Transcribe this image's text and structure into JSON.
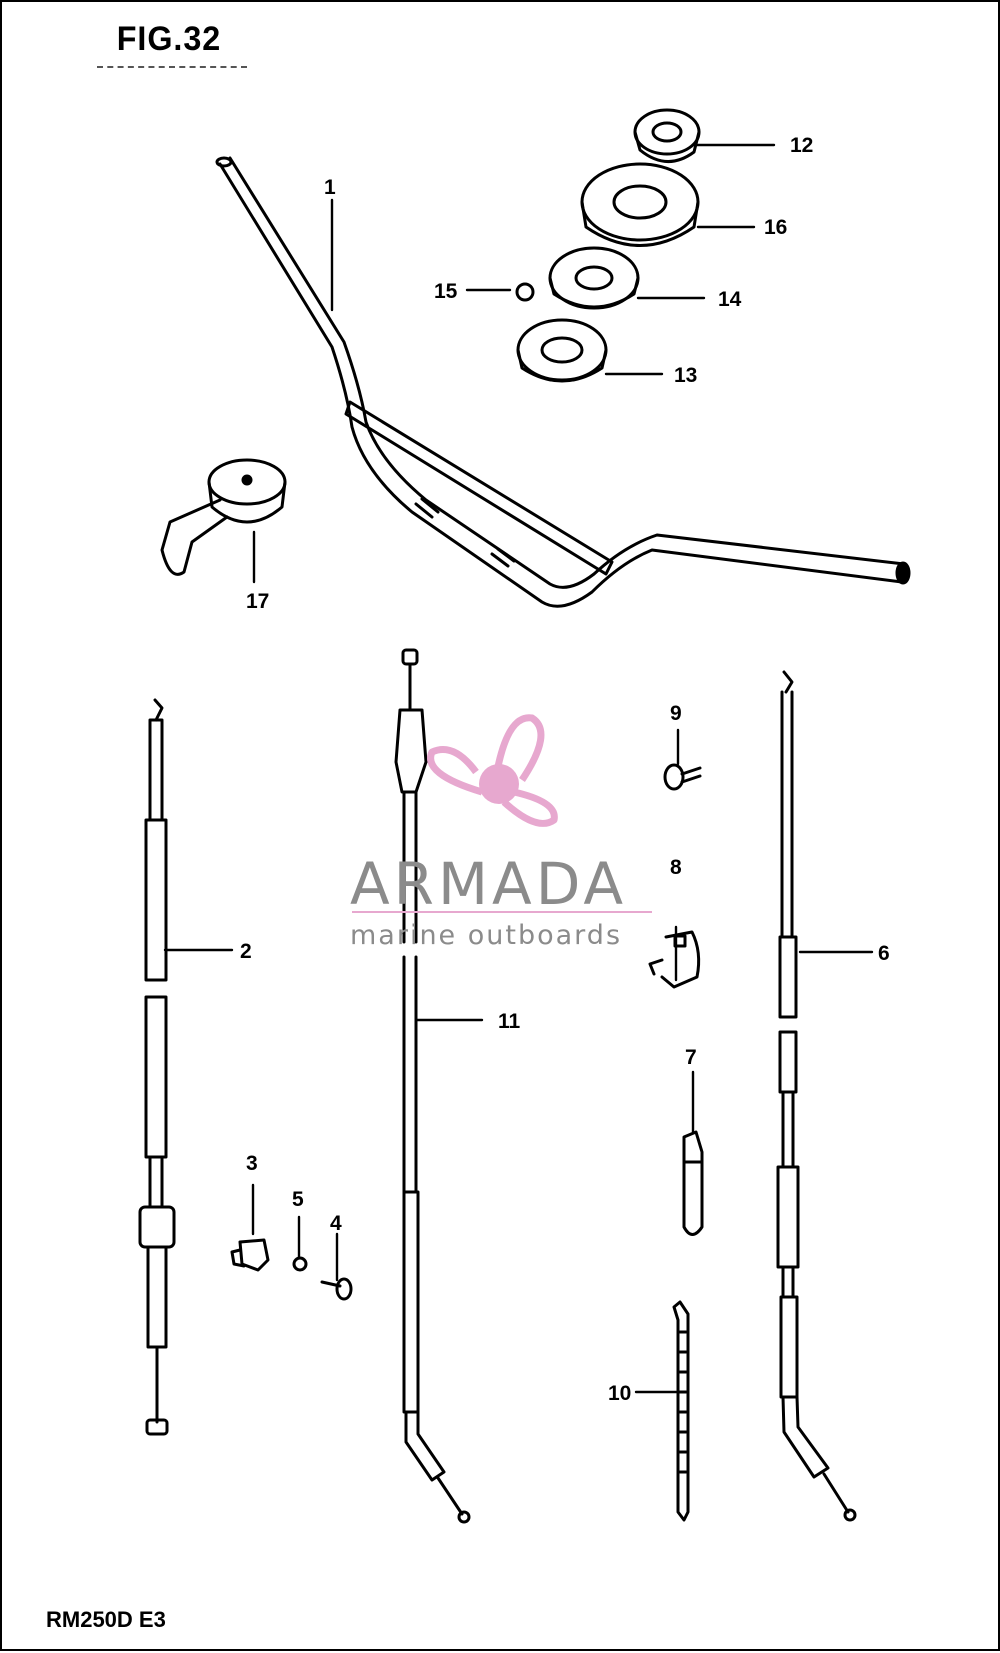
{
  "figure": {
    "title": "FIG.32",
    "model": "RM250D E3"
  },
  "watermark": {
    "brand": "ARMADA",
    "tagline": "marine outboards",
    "accent_color": "#e7a8cf",
    "text_color": "#8b8b8b"
  },
  "labels": {
    "l1": "1",
    "l2": "2",
    "l3": "3",
    "l4": "4",
    "l5": "5",
    "l6": "6",
    "l7": "7",
    "l8": "8",
    "l9": "9",
    "l10": "10",
    "l11": "11",
    "l12": "12",
    "l13": "13",
    "l14": "14",
    "l15": "15",
    "l16": "16",
    "l17": "17"
  }
}
